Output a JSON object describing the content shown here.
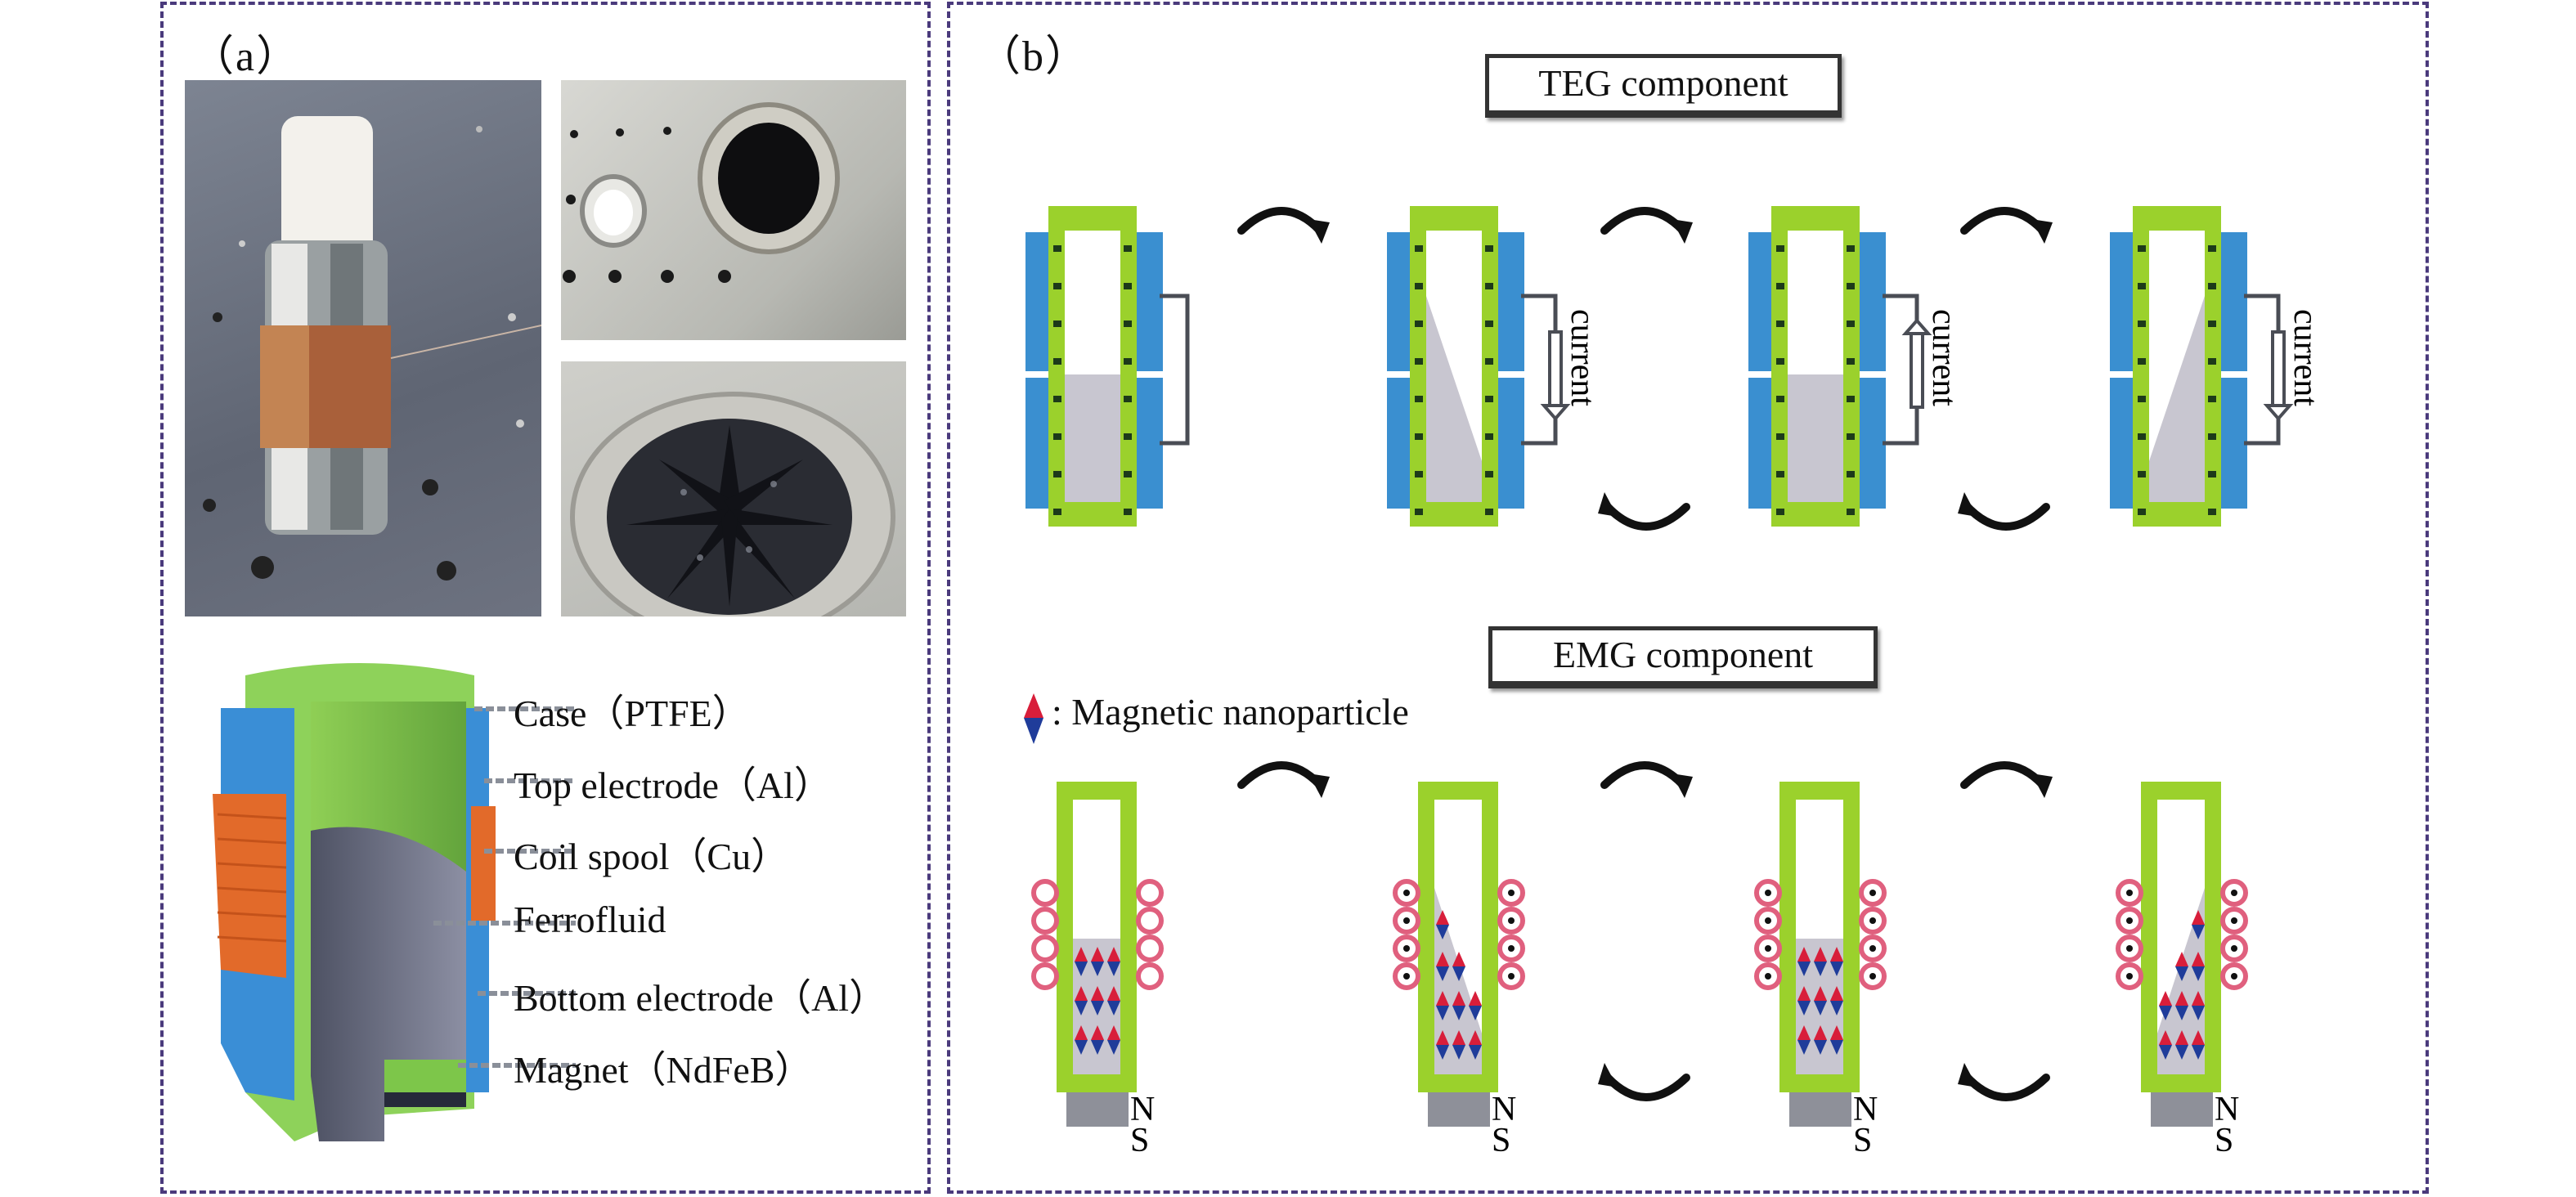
{
  "panel_a": {
    "label": "（a）",
    "photos": [
      {
        "name": "device-photo",
        "description": "assembled hybrid generator on optical table"
      },
      {
        "name": "case-top-photo",
        "description": "open case top view"
      },
      {
        "name": "ferrofluid-spikes-photo",
        "description": "ferrofluid spikes"
      }
    ],
    "schematic_labels": [
      "Case（PTFE）",
      "Top electrode（Al）",
      "Coil spool（Cu）",
      "Ferrofluid",
      "Bottom electrode（Al）",
      "Magnet（NdFeB）"
    ]
  },
  "panel_b": {
    "label": "（b）",
    "teg": {
      "title": "TEG component",
      "current_label": "current",
      "states": [
        {
          "liquid": "level",
          "current": "none"
        },
        {
          "liquid": "tilt-left-high",
          "current": "down"
        },
        {
          "liquid": "level",
          "current": "up"
        },
        {
          "liquid": "tilt-right-high",
          "current": "down"
        }
      ]
    },
    "emg": {
      "title": "EMG component",
      "legend": ": Magnetic nanoparticle",
      "pole_n": "N",
      "pole_s": "S",
      "states": [
        {
          "liquid": "level",
          "coil_marks": "none"
        },
        {
          "liquid": "tilt-left-high",
          "coil_marks": "dot"
        },
        {
          "liquid": "level",
          "coil_marks": "dot"
        },
        {
          "liquid": "tilt-right-high",
          "coil_marks": "dot"
        }
      ]
    },
    "colors": {
      "case_green": "#9bd12c",
      "electrode_blue": "#3a8fd0",
      "fluid_gray": "#c8c6d0",
      "coil_pink": "#e0607e",
      "magnet_gray": "#8e9099",
      "particle_red": "#d81e3a",
      "particle_blue": "#1f3c9a",
      "border_purple": "#4a3a7c"
    }
  }
}
